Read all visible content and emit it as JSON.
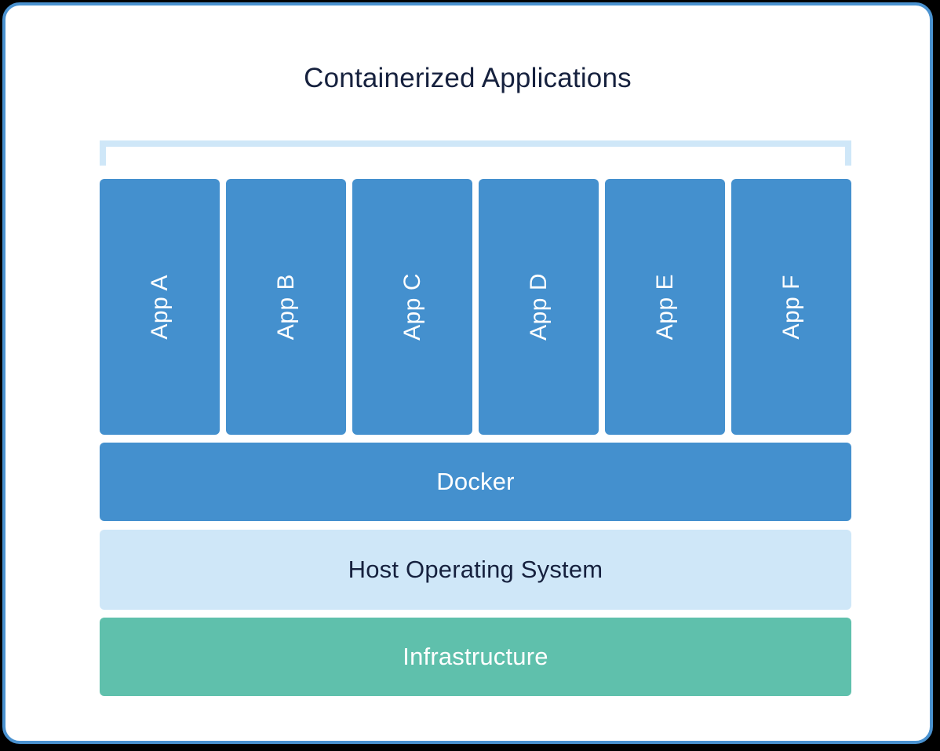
{
  "diagram": {
    "title": "Containerized Applications",
    "title_color": "#16213e",
    "frame_border_color": "#4a92d0",
    "background_color": "#ffffff",
    "bracket": {
      "name": "containers-bracket",
      "color": "#cfe7f8"
    },
    "apps": [
      {
        "label": "App A",
        "color": "#4490ce",
        "text_color": "#ffffff"
      },
      {
        "label": "App B",
        "color": "#4490ce",
        "text_color": "#ffffff"
      },
      {
        "label": "App C",
        "color": "#4490ce",
        "text_color": "#ffffff"
      },
      {
        "label": "App D",
        "color": "#4490ce",
        "text_color": "#ffffff"
      },
      {
        "label": "App E",
        "color": "#4490ce",
        "text_color": "#ffffff"
      },
      {
        "label": "App F",
        "color": "#4490ce",
        "text_color": "#ffffff"
      }
    ],
    "layers": [
      {
        "label": "Docker",
        "color": "#4490ce",
        "text_color": "#ffffff"
      },
      {
        "label": "Host Operating System",
        "color": "#cfe7f8",
        "text_color": "#16213e"
      },
      {
        "label": "Infrastructure",
        "color": "#5fc0ac",
        "text_color": "#ffffff"
      }
    ]
  }
}
